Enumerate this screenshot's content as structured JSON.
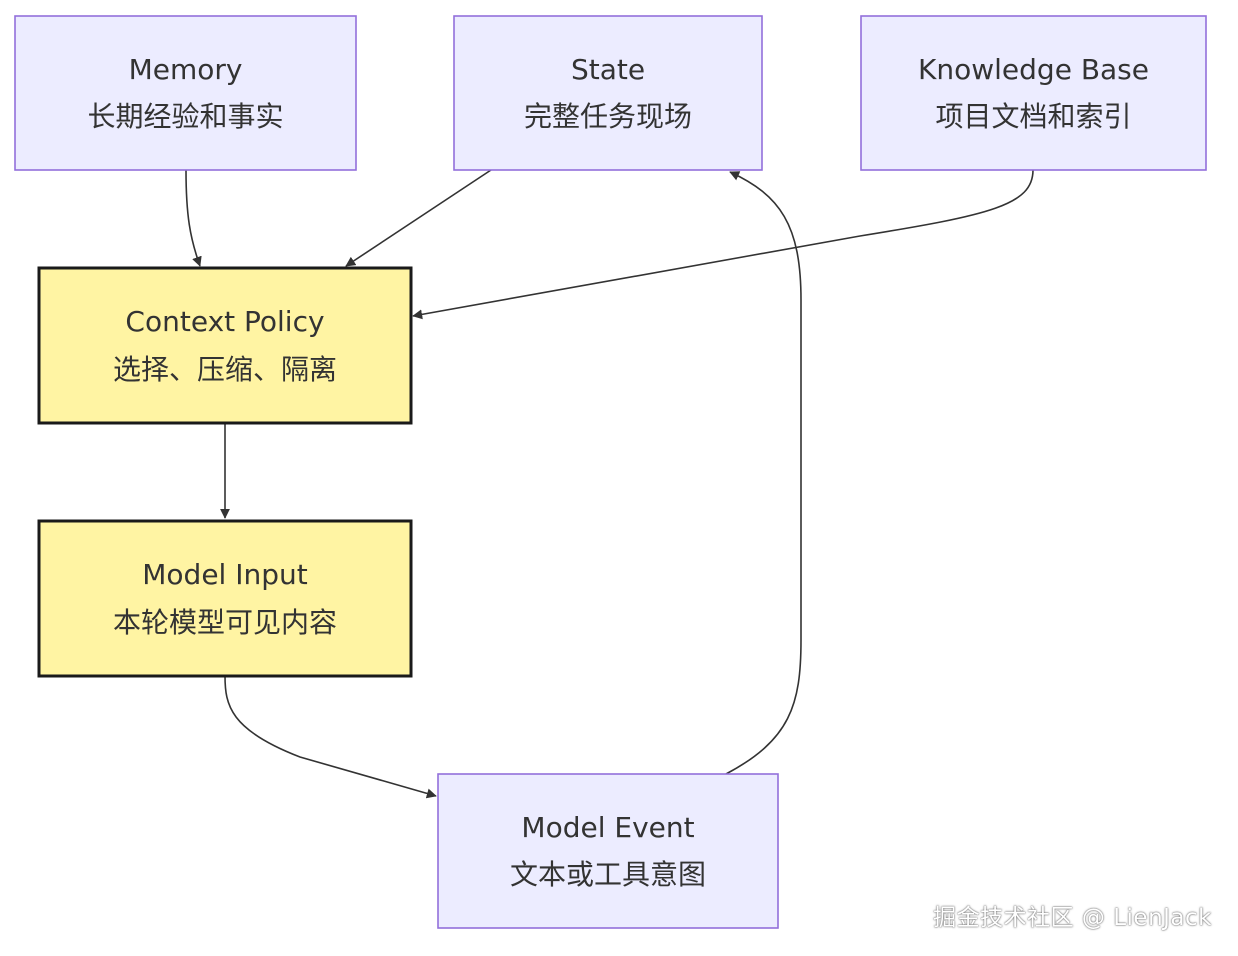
{
  "colors": {
    "default_fill": "#ECECFF",
    "default_stroke": "#9370DB",
    "highlight_fill": "#FFF4A3",
    "highlight_stroke": "#1A1A1A",
    "text": "#333333",
    "edge": "#333333"
  },
  "nodes": {
    "memory": {
      "title": "Memory",
      "subtitle": "长期经验和事实"
    },
    "state": {
      "title": "State",
      "subtitle": "完整任务现场"
    },
    "knowledge_base": {
      "title": "Knowledge Base",
      "subtitle": "项目文档和索引"
    },
    "context_policy": {
      "title": "Context Policy",
      "subtitle": "选择、压缩、隔离"
    },
    "model_input": {
      "title": "Model Input",
      "subtitle": "本轮模型可见内容"
    },
    "model_event": {
      "title": "Model Event",
      "subtitle": "文本或工具意图"
    }
  },
  "edges": [
    {
      "from": "Memory",
      "to": "Context Policy"
    },
    {
      "from": "State",
      "to": "Context Policy"
    },
    {
      "from": "Knowledge Base",
      "to": "Context Policy"
    },
    {
      "from": "Context Policy",
      "to": "Model Input"
    },
    {
      "from": "Model Input",
      "to": "Model Event"
    },
    {
      "from": "Model Event",
      "to": "State"
    }
  ],
  "watermark": "掘金技术社区 @ LienJack"
}
